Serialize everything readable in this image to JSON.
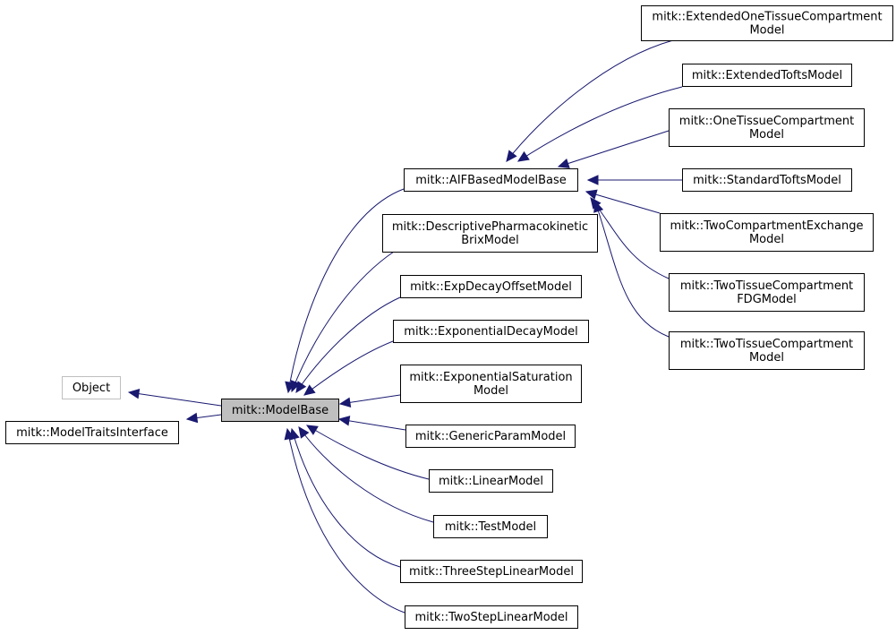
{
  "diagram": {
    "nodes": [
      {
        "id": "object",
        "lines": [
          "Object"
        ],
        "style": "gray"
      },
      {
        "id": "traits",
        "lines": [
          "mitk::ModelTraitsInterface"
        ],
        "style": "normal"
      },
      {
        "id": "modelbase",
        "lines": [
          "mitk::ModelBase"
        ],
        "style": "focus"
      },
      {
        "id": "aifbased",
        "lines": [
          "mitk::AIFBasedModelBase"
        ],
        "style": "normal"
      },
      {
        "id": "descriptive",
        "lines": [
          "mitk::DescriptivePharmacokinetic",
          "BrixModel"
        ],
        "style": "normal"
      },
      {
        "id": "expdecayoffset",
        "lines": [
          "mitk::ExpDecayOffsetModel"
        ],
        "style": "normal"
      },
      {
        "id": "expdecay",
        "lines": [
          "mitk::ExponentialDecayModel"
        ],
        "style": "normal"
      },
      {
        "id": "expsat",
        "lines": [
          "mitk::ExponentialSaturation",
          "Model"
        ],
        "style": "normal"
      },
      {
        "id": "genericparam",
        "lines": [
          "mitk::GenericParamModel"
        ],
        "style": "normal"
      },
      {
        "id": "linear",
        "lines": [
          "mitk::LinearModel"
        ],
        "style": "normal"
      },
      {
        "id": "test",
        "lines": [
          "mitk::TestModel"
        ],
        "style": "normal"
      },
      {
        "id": "threestep",
        "lines": [
          "mitk::ThreeStepLinearModel"
        ],
        "style": "normal"
      },
      {
        "id": "twostep",
        "lines": [
          "mitk::TwoStepLinearModel"
        ],
        "style": "normal"
      },
      {
        "id": "extonetissue",
        "lines": [
          "mitk::ExtendedOneTissueCompartment",
          "Model"
        ],
        "style": "normal"
      },
      {
        "id": "exttofts",
        "lines": [
          "mitk::ExtendedToftsModel"
        ],
        "style": "normal"
      },
      {
        "id": "onetissue",
        "lines": [
          "mitk::OneTissueCompartment",
          "Model"
        ],
        "style": "normal"
      },
      {
        "id": "stdtofts",
        "lines": [
          "mitk::StandardToftsModel"
        ],
        "style": "normal"
      },
      {
        "id": "twocompexch",
        "lines": [
          "mitk::TwoCompartmentExchange",
          "Model"
        ],
        "style": "normal"
      },
      {
        "id": "twotissuefdg",
        "lines": [
          "mitk::TwoTissueCompartment",
          "FDGModel"
        ],
        "style": "normal"
      },
      {
        "id": "twotissue",
        "lines": [
          "mitk::TwoTissueCompartment",
          "Model"
        ],
        "style": "normal"
      }
    ],
    "edges": [
      {
        "from": "modelbase",
        "to": "object"
      },
      {
        "from": "modelbase",
        "to": "traits"
      },
      {
        "from": "aifbased",
        "to": "modelbase"
      },
      {
        "from": "descriptive",
        "to": "modelbase"
      },
      {
        "from": "expdecayoffset",
        "to": "modelbase"
      },
      {
        "from": "expdecay",
        "to": "modelbase"
      },
      {
        "from": "expsat",
        "to": "modelbase"
      },
      {
        "from": "genericparam",
        "to": "modelbase"
      },
      {
        "from": "linear",
        "to": "modelbase"
      },
      {
        "from": "test",
        "to": "modelbase"
      },
      {
        "from": "threestep",
        "to": "modelbase"
      },
      {
        "from": "twostep",
        "to": "modelbase"
      },
      {
        "from": "extonetissue",
        "to": "aifbased"
      },
      {
        "from": "exttofts",
        "to": "aifbased"
      },
      {
        "from": "onetissue",
        "to": "aifbased"
      },
      {
        "from": "stdtofts",
        "to": "aifbased"
      },
      {
        "from": "twocompexch",
        "to": "aifbased"
      },
      {
        "from": "twotissuefdg",
        "to": "aifbased"
      },
      {
        "from": "twotissue",
        "to": "aifbased"
      }
    ],
    "colors": {
      "edge": "#191970",
      "node_border": "#000000",
      "node_border_external": "#bfbfbf",
      "focus_fill": "#bfbfbf",
      "background": "#ffffff"
    }
  }
}
